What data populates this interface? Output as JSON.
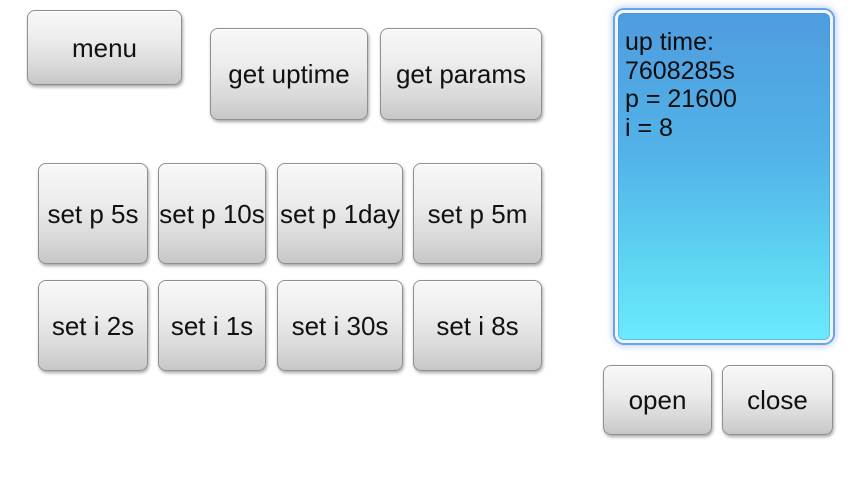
{
  "colors": {
    "page_background": "#ffffff",
    "button_gradient_top": "#f8f8f8",
    "button_gradient_bottom": "#c7c7c7",
    "button_border": "#8f8f8f",
    "button_text": "#111111",
    "panel_gradient_top": "#4f9cdf",
    "panel_gradient_bottom": "#6ceafc",
    "panel_ring_outer": "#6ba2e8",
    "panel_ring_inner": "#eef5fe",
    "panel_text": "#0d0d0d"
  },
  "top_bar": {
    "menu_label": "menu",
    "get_uptime_label": "get uptime",
    "get_params_label": "get params"
  },
  "set_period_row": [
    {
      "label": "set p 5s"
    },
    {
      "label": "set p 10s"
    },
    {
      "label": "set p 1day"
    },
    {
      "label": "set p 5m"
    }
  ],
  "set_interval_row": [
    {
      "label": "set i 2s"
    },
    {
      "label": "set i 1s"
    },
    {
      "label": "set i 30s"
    },
    {
      "label": "set i 8s"
    }
  ],
  "status_panel": {
    "lines": [
      "up time:",
      "7608285s",
      "p = 21600",
      "i = 8"
    ],
    "uptime_seconds": "7608285",
    "p_value": "21600",
    "i_value": "8"
  },
  "bottom_actions": {
    "open_label": "open",
    "close_label": "close"
  }
}
